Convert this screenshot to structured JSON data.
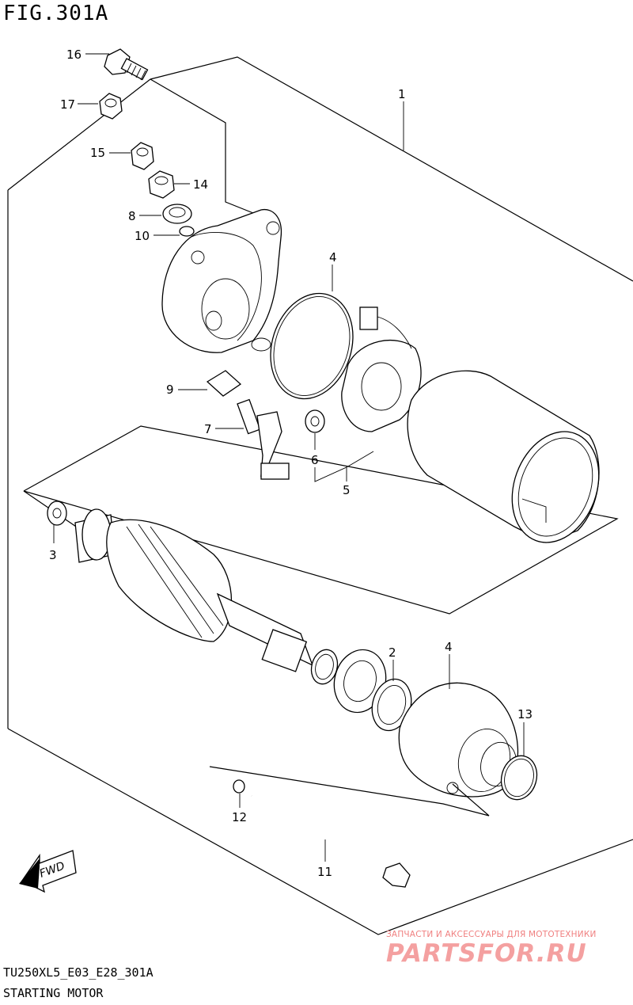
{
  "figure": {
    "code": "FIG.301A",
    "model_code": "TU250XL5_E03_E28_301A",
    "subtitle": "STARTING MOTOR"
  },
  "callouts": [
    "1",
    "2",
    "3",
    "4",
    "4",
    "5",
    "6",
    "7",
    "8",
    "9",
    "10",
    "11",
    "12",
    "13",
    "14",
    "15",
    "16",
    "17"
  ],
  "fwd_arrow": {
    "text": "FWD"
  },
  "watermark": {
    "tagline": "ЗАПЧАСТИ И АКСЕССУАРЫ ДЛЯ МОТОТЕХНИКИ",
    "brand": "PARTSFOR.RU"
  }
}
